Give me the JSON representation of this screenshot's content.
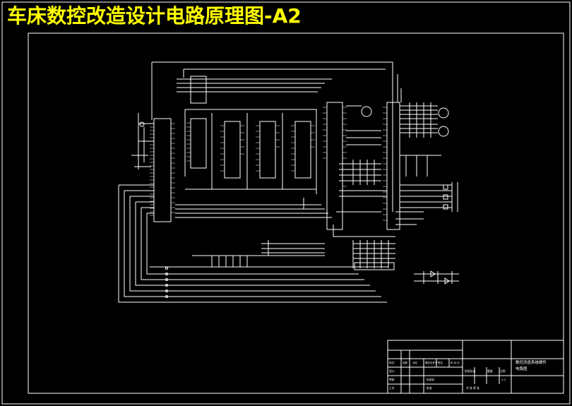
{
  "title": "车床数控改造设计电路原理图-A2",
  "colors": {
    "background": "#000000",
    "title": "#ffff00",
    "lines": "#ffffff"
  },
  "title_block": {
    "drawing_name_line1": "数控改造系统硬件",
    "drawing_name_line2": "电路图",
    "row_labels": [
      "标记",
      "设计",
      "审核",
      "工艺"
    ],
    "header_cells": [
      "处数",
      "分区",
      "更改文件号",
      "签名",
      "年.月.日"
    ],
    "stage_label": "阶段标记",
    "weight_label": "重量",
    "scale_label": "比例",
    "scale_value": "1:1",
    "sheets_label": "共 张 第 张",
    "approve_label": "批准",
    "std_label": "标准化"
  }
}
